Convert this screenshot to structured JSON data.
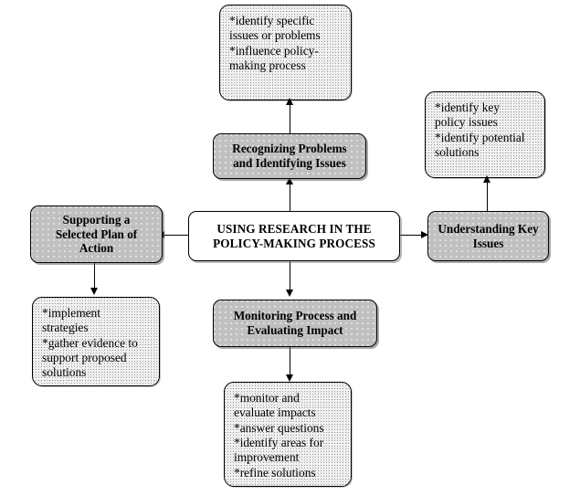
{
  "diagram": {
    "title": "Using Research in the Policy-Making Process",
    "type": "cycle-flowchart",
    "center": {
      "label": "USING RESEARCH IN THE\nPOLICY-MAKING PROCESS"
    },
    "stages": [
      {
        "id": "recognizing-problems",
        "label": "Recognizing Problems\nand Identifying Issues",
        "position": "top"
      },
      {
        "id": "understanding-key-issues",
        "label": "Understanding Key\nIssues",
        "position": "right"
      },
      {
        "id": "monitoring-process",
        "label": "Monitoring Process and\nEvaluating Impact",
        "position": "bottom"
      },
      {
        "id": "supporting-plan",
        "label": "Supporting a\nSelected Plan of\nAction",
        "position": "left"
      }
    ],
    "notes": [
      {
        "id": "note-recognizing-problems",
        "for": "recognizing-problems",
        "text": "*identify specific\nissues or problems\n*influence policy-\nmaking process"
      },
      {
        "id": "note-understanding-key-issues",
        "for": "understanding-key-issues",
        "text": "*identify key\npolicy issues\n*identify potential\nsolutions"
      },
      {
        "id": "note-monitoring-process",
        "for": "monitoring-process",
        "text": "*monitor and\nevaluate impacts\n*answer questions\n*identify areas for\nimprovement\n*refine solutions"
      },
      {
        "id": "note-supporting-plan",
        "for": "supporting-plan",
        "text": "*implement\nstrategies\n*gather evidence to\nsupport proposed\nsolutions"
      }
    ],
    "colors": {
      "stage_fill": "#c0c0c0",
      "center_fill": "#ffffff",
      "note_fill": "#f3f3f3",
      "border": "#000000",
      "text": "#000000",
      "background": "#ffffff"
    }
  }
}
